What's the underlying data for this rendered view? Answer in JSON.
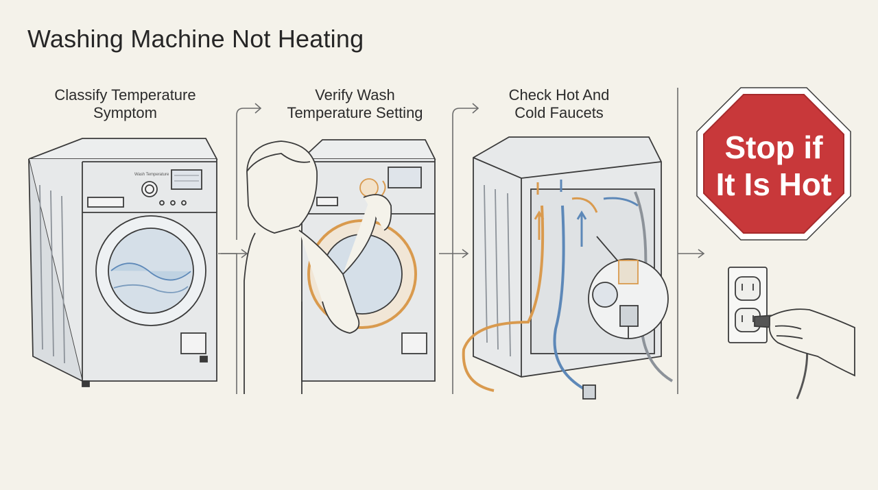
{
  "title": "Washing Machine Not Heating",
  "steps": [
    {
      "line1": "Classify Temperature",
      "line2": "Symptom"
    },
    {
      "line1": "Verify Wash",
      "line2": "Temperature Setting"
    },
    {
      "line1": "Check Hot And",
      "line2": "Cold Faucets"
    }
  ],
  "stop_sign": {
    "line1": "Stop if",
    "line2": "It Is Hot"
  },
  "panel_label": "Wash Temperature",
  "colors": {
    "background": "#f4f2ea",
    "stop_red": "#c8383a",
    "hot_orange": "#d99a4e",
    "cold_blue": "#5d88b8",
    "ink": "#3a3a3a"
  }
}
